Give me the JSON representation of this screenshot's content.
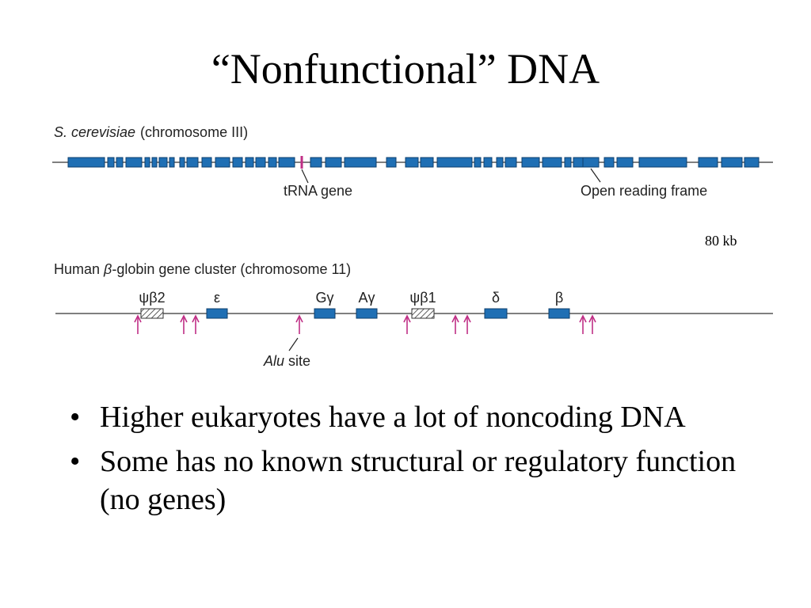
{
  "slide": {
    "title": "“Nonfunctional” DNA",
    "bullets": [
      "Higher eukaryotes have a lot of noncoding DNA",
      "Some has no known structural or regulatory function (no genes)"
    ]
  },
  "figure": {
    "scale_label": "80 kb",
    "yeast": {
      "species": "S. cerevisiae",
      "chromosome": "(chromosome III)",
      "callouts": {
        "trna": "tRNA gene",
        "orf": "Open reading frame"
      }
    },
    "human": {
      "title_prefix": "Human ",
      "beta": "β",
      "title_suffix": "-globin gene cluster (chromosome 11)",
      "genes": [
        {
          "label": "ψβ2",
          "pseudogene": true
        },
        {
          "label": "ε",
          "pseudogene": false
        },
        {
          "label": "Gγ",
          "pseudogene": false
        },
        {
          "label": "Aγ",
          "pseudogene": false
        },
        {
          "label": "ψβ1",
          "pseudogene": true
        },
        {
          "label": "δ",
          "pseudogene": false
        },
        {
          "label": "β",
          "pseudogene": false
        }
      ],
      "alu": {
        "italic": "Alu",
        "rest": " site"
      }
    },
    "colors": {
      "gene": "#1f6fb4",
      "gene_stroke": "#0e3f6e",
      "alu_arrow": "#c02f86",
      "chromosome_line": "#555555"
    }
  }
}
